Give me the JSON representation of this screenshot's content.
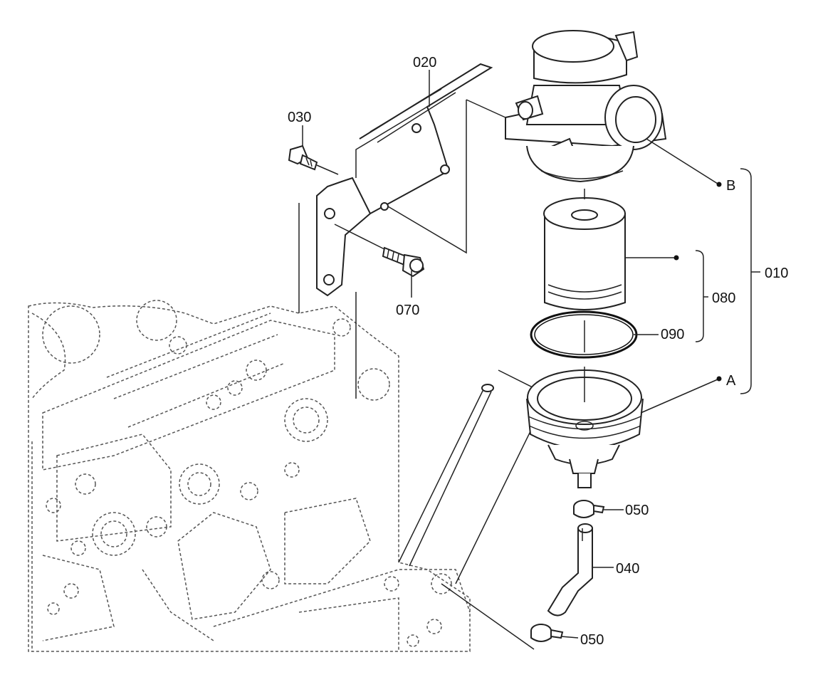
{
  "labels": {
    "p010": "010",
    "p020": "020",
    "p030": "030",
    "p040": "040",
    "p050a": "050",
    "p050b": "050",
    "p070": "070",
    "p080": "080",
    "p090": "090",
    "refA": "A",
    "refB": "B"
  },
  "colors": {
    "ink": "#222222",
    "background": "#ffffff"
  }
}
